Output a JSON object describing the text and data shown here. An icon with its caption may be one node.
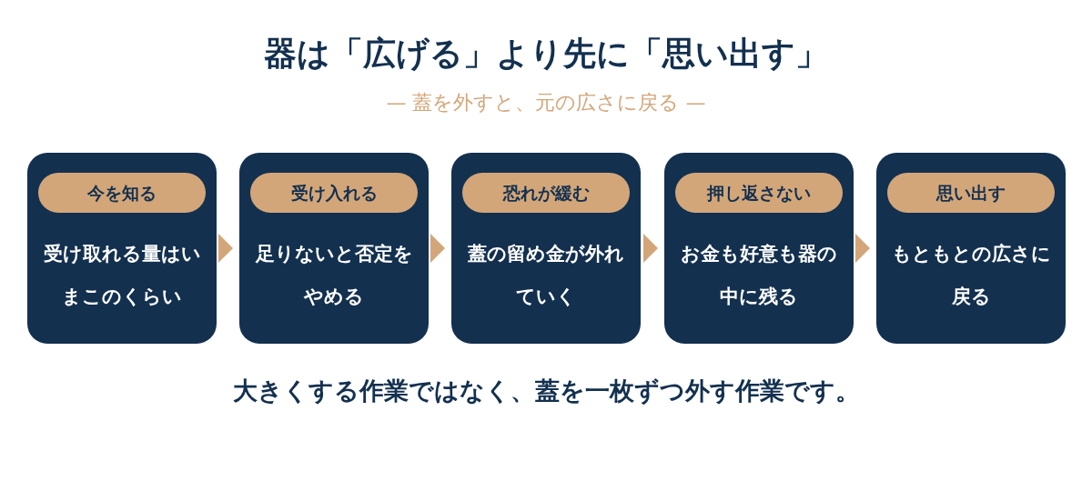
{
  "diagram": {
    "title": "器は「広げる」より先に「思い出す」",
    "nodes": [
      {
        "text": [
          "今を知る",
          "受け取れる量はいまこのくらい"
        ]
      },
      {
        "text": [
          "受け入れる",
          "足りないと否定をやめる"
        ]
      },
      {
        "text": [
          "恐れが緩む",
          "蓋の留め金が外れていく"
        ]
      },
      {
        "text": [
          "押し返さない",
          "お金も好意も器の中に残る"
        ]
      },
      {
        "text": [
          "思い出す",
          "もともとの広さに戻る"
        ]
      }
    ],
    "edges": [
      {
        "from": 0,
        "to": 1,
        "arrow": "to"
      },
      {
        "from": 1,
        "to": 2,
        "arrow": "to"
      },
      {
        "from": 2,
        "to": 3,
        "arrow": "to"
      },
      {
        "from": 3,
        "to": 4,
        "arrow": "to"
      }
    ],
    "labels": [
      "— 蓋を外すと、元の広さに戻る —",
      "大きくする作業ではなく、蓋を一枚ずつ外す作業です。"
    ]
  }
}
